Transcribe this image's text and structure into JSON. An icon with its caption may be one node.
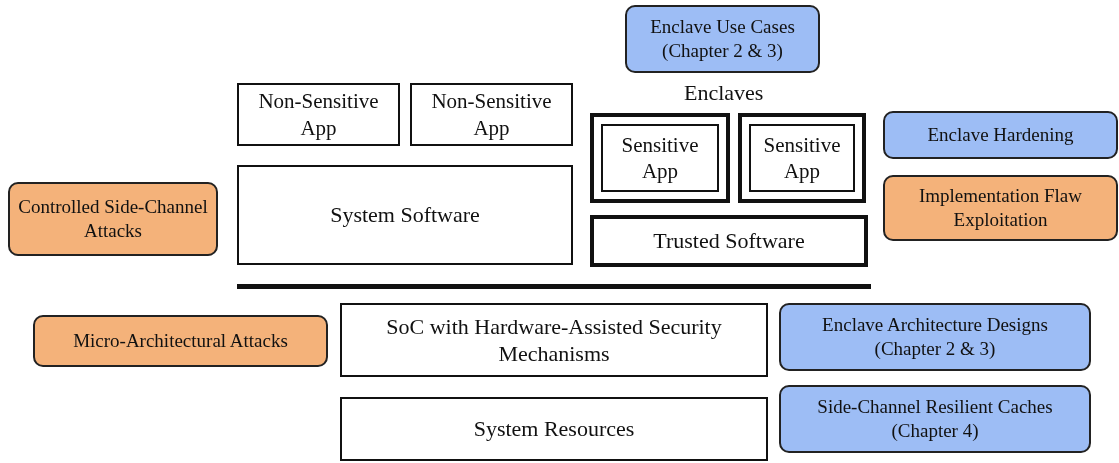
{
  "diagram": {
    "nodes": [
      {
        "text": [
          "Enclave Use Cases (Chapter 2 & 3)"
        ]
      },
      {
        "text": [
          "Non-Sensitive App"
        ]
      },
      {
        "text": [
          "Non-Sensitive App"
        ]
      },
      {
        "text": [
          "Sensitive App"
        ]
      },
      {
        "text": [
          "Sensitive App"
        ]
      },
      {
        "text": [
          "Enclave Hardening"
        ]
      },
      {
        "text": [
          "Controlled Side-Channel Attacks"
        ]
      },
      {
        "text": [
          "System Software"
        ]
      },
      {
        "text": [
          "Implementation Flaw Exploitation"
        ]
      },
      {
        "text": [
          "Trusted Software"
        ]
      },
      {
        "text": [
          "Micro-Architectural Attacks"
        ]
      },
      {
        "text": [
          "SoC with Hardware-Assisted Security Mechanisms"
        ]
      },
      {
        "text": [
          "Enclave Architecture Designs (Chapter 2 & 3)"
        ]
      },
      {
        "text": [
          "System Resources"
        ]
      },
      {
        "text": [
          "Side-Channel Resilient Caches (Chapter 4)"
        ]
      }
    ],
    "edges": [],
    "labels": [
      "Enclaves"
    ]
  }
}
